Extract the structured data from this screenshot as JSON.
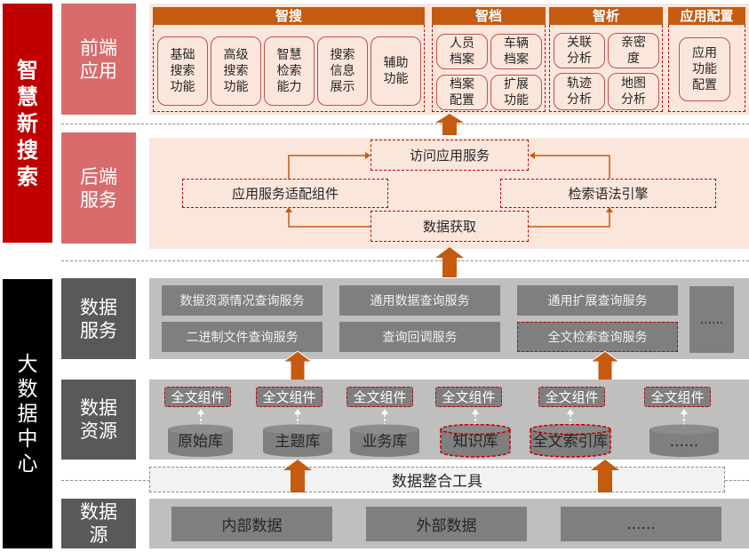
{
  "colors": {
    "brand_red": "#c00000",
    "accent_orange": "#c55a11",
    "layer_pink": "#d86c6c",
    "layer_gray": "#595959",
    "panel_peach": "#fbe6dc",
    "panel_gray": "#bfbfbf",
    "box_gray": "#7f7f7f"
  },
  "sections": {
    "top": "智慧新搜索",
    "bottom": "大数据中心"
  },
  "layers": {
    "frontend": "前端应用",
    "backend": "后端服务",
    "data_service": "数据服务",
    "data_resource": "数据资源",
    "data_source": "数据源"
  },
  "frontend": {
    "groups": [
      {
        "title": "智搜",
        "items": [
          "基础搜索功能",
          "高级搜索功能",
          "智慧检索能力",
          "搜索信息展示",
          "辅助功能"
        ]
      },
      {
        "title": "智档",
        "items": [
          "人员档案",
          "车辆档案",
          "档案配置",
          "扩展功能"
        ]
      },
      {
        "title": "智析",
        "items": [
          "关联分析",
          "亲密度",
          "轨迹分析",
          "地图分析"
        ]
      },
      {
        "title": "应用配置",
        "items": [
          "应用功能配置"
        ]
      }
    ]
  },
  "backend": {
    "access": "访问应用服务",
    "adapter": "应用服务适配组件",
    "engine": "检索语法引擎",
    "fetch": "数据获取"
  },
  "data_service": {
    "items": [
      "数据资源情况查询服务",
      "通用数据查询服务",
      "通用扩展查询服务",
      "二进制文件查询服务",
      "查询回调服务",
      "全文检索查询服务"
    ],
    "more": "......"
  },
  "data_resource": {
    "component_label": "全文组件",
    "stores": [
      "原始库",
      "主题库",
      "业务库",
      "知识库",
      "全文索引库",
      "......"
    ]
  },
  "integration_tool": "数据整合工具",
  "data_source": {
    "items": [
      "内部数据",
      "外部数据",
      "......"
    ]
  }
}
